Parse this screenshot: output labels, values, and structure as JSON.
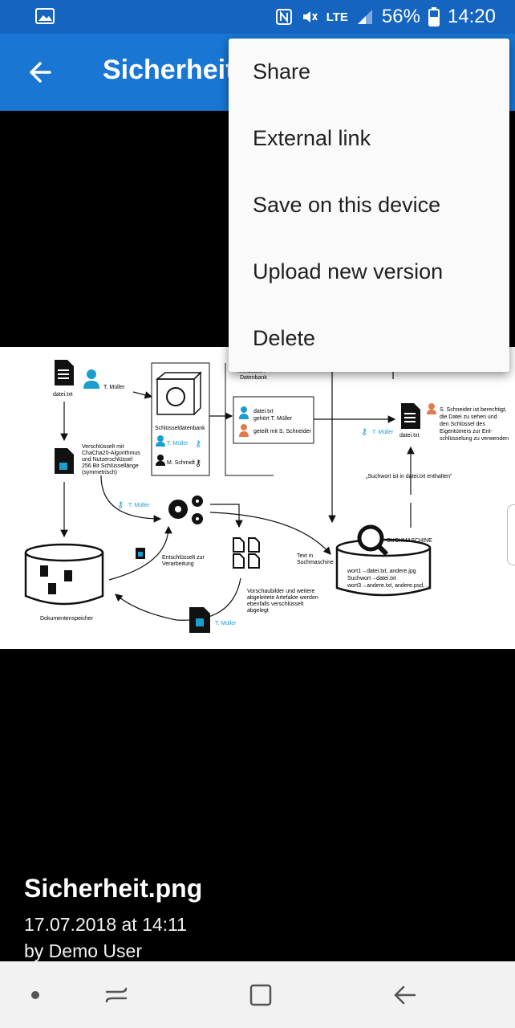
{
  "status_bar": {
    "network": "LTE",
    "battery": "56%",
    "time": "14:20",
    "icons": [
      "gallery-icon",
      "nfc-icon",
      "mute-icon",
      "signal-icon",
      "battery-icon"
    ]
  },
  "app_bar": {
    "title": "Sicherheit.png",
    "back_icon": "arrow-left-icon"
  },
  "menu": {
    "items": [
      {
        "label": "Share"
      },
      {
        "label": "External link"
      },
      {
        "label": "Save on this device"
      },
      {
        "label": "Upload new version"
      },
      {
        "label": "Delete"
      }
    ]
  },
  "diagram": {
    "file1": "datei.txt",
    "user1": "T. Müller",
    "key_db": "Schlüsseldatenbank",
    "key_user1": "T. Müller",
    "key_user2": "M. Schmidt",
    "meta_db_line": "Metadaten",
    "meta_db": "Datenbank",
    "meta_file": "datei.txt",
    "meta_owner": "gehört T. Müller",
    "meta_shared": "geteilt mit S. Schneider",
    "file2": "datei.txt",
    "s_user": "T. Müller",
    "s_note": [
      "S. Schneider ist berechtigt,",
      "die Datei zu sehen und",
      "den Schlüssel des",
      "Eigentümers zur Ent-",
      "schlüsselung zu verwenden"
    ],
    "encrypt_note": [
      "Verschlüsselt mit",
      "ChaCha20-Algorithmus",
      "und Nutzerschlüssel",
      "256 Bit Schlüssellänge",
      "(symmetrisch)"
    ],
    "key_label": "T. Müller",
    "search_note": "„Suchwort ist in datei.txt enthalten\"",
    "search_engine": "SUCHMASCHINE",
    "decrypt_note": [
      "Entschlüsselt zur",
      "Verarbeitung"
    ],
    "text_in": [
      "Text in",
      "Suchmaschine"
    ],
    "index": [
      "wort1→datei.txt, andere.jpg",
      "Suchwort→datei.txt",
      "wort3→andere.txt, andere.psd, ..."
    ],
    "storage": "Dokumentenspeicher",
    "preview_note": [
      "Vorschaubilder und weitere",
      "abgeleitete Artefakte werden",
      "ebenfalls verschlüsselt",
      "abgelegt"
    ],
    "bottom_user": "T. Müller"
  },
  "file_info": {
    "name": "Sicherheit.png",
    "date": "17.07.2018 at 14:11",
    "author": "by Demo User"
  },
  "nav_bar": {
    "buttons": [
      "home-dot-icon",
      "recents-icon",
      "overview-icon",
      "back-icon"
    ]
  }
}
